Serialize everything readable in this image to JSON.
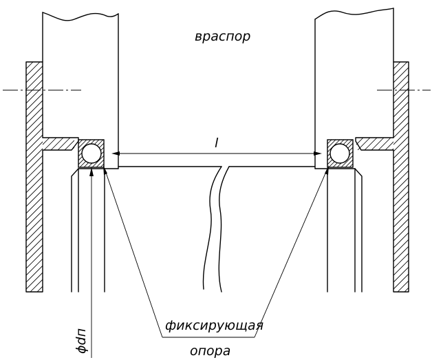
{
  "labels": {
    "top": "враспор",
    "dimension": "l",
    "support_line1": "фиксирующая",
    "support_line2": "опора",
    "diameter": "ϕdп"
  }
}
